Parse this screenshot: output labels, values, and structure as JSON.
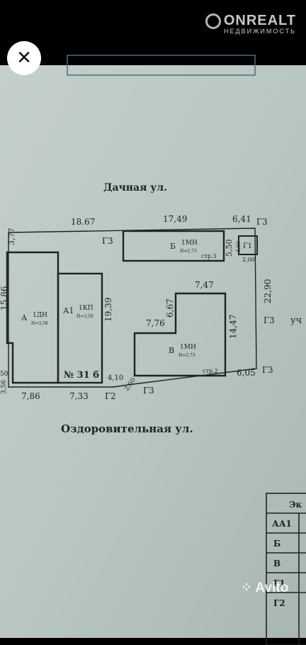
{
  "header": {
    "brand_name": "ONREALT",
    "brand_sub": "НЕДВИЖИМОСТЬ",
    "close_glyph": "✕"
  },
  "plan": {
    "street_top": "Дачная ул.",
    "street_bottom": "Оздоровительная ул.",
    "top_dims": [
      "3,77",
      "18.67",
      "17,49",
      "6,41"
    ],
    "building_a": {
      "letter": "А",
      "label": "1ДН",
      "height": "Н=3,58"
    },
    "building_a1": {
      "letter": "А1",
      "label": "1КП",
      "height": "Н=3,50"
    },
    "building_b": {
      "letter": "Б",
      "label": "1МН",
      "height": "Н=2,73",
      "tag": "стр.3"
    },
    "building_v": {
      "letter": "В",
      "label": "1МН",
      "height": "Н=2,73",
      "tag": "стр.2"
    },
    "g1": "Г1",
    "address": "№ 31 б",
    "dims": {
      "left_side": "15,86",
      "a1_side": "19,39",
      "b_side": "5,50",
      "g1_side": "3,00",
      "g1_bottom": "2,00",
      "v_top": "7,47",
      "v_notch_h": "6,67",
      "v_notch_w": "7,76",
      "v_right": "14,47",
      "right_total": "22,90",
      "bottom_a": "7,86",
      "bottom_a1": "7,33",
      "g2_gap": "4,10",
      "g3_diag": "2,60",
      "v_bottom": "6,05",
      "left_small_1": "50",
      "left_small_2": "3,56"
    },
    "g_labels": [
      "Г3",
      "Г3",
      "Г3",
      "Г3",
      "Г3",
      "Г2"
    ],
    "side_cut": "уч",
    "table_header": "Эк",
    "table_rows": [
      "АА1",
      "Б",
      "В",
      "Г1",
      "Г2"
    ]
  },
  "footer": {
    "watermark": "Avito"
  },
  "colors": {
    "paper": "#bcc8c4",
    "ink": "#1c2420",
    "background": "#000000"
  }
}
